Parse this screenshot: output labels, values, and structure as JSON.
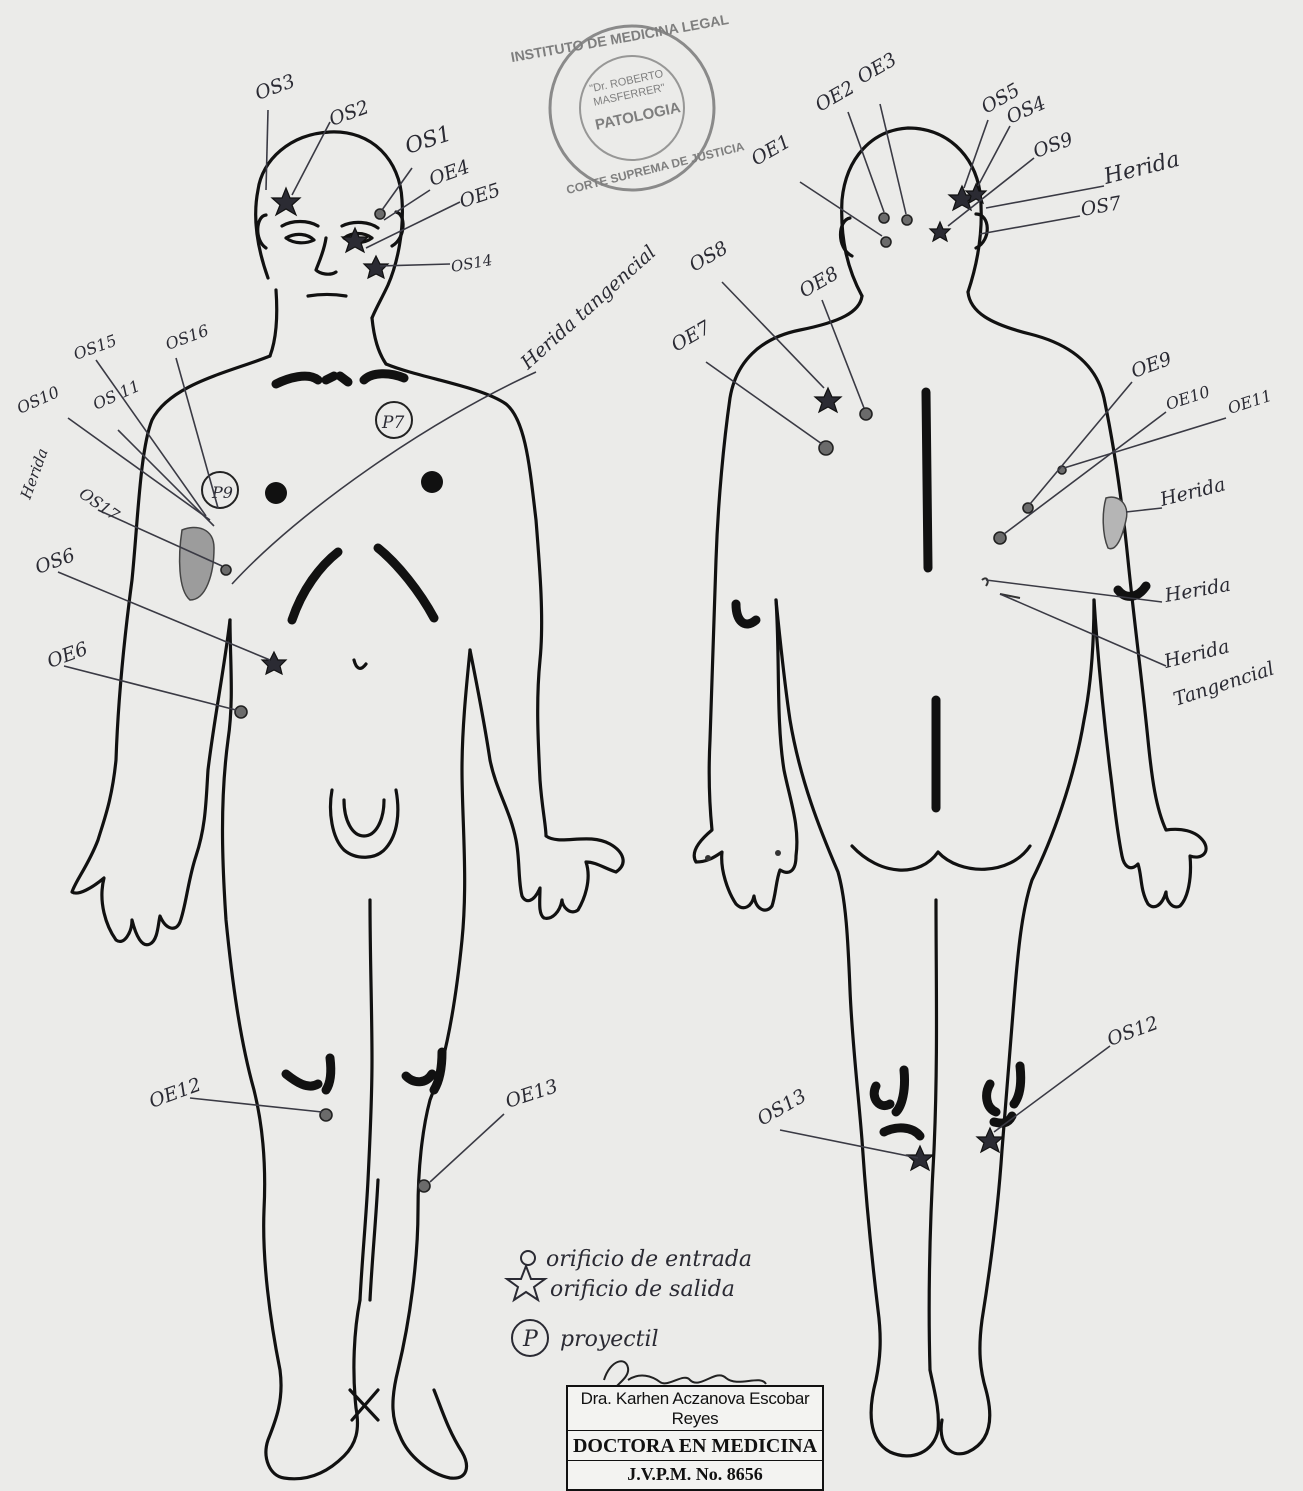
{
  "seal": {
    "outer_text": "INSTITUTO DE MEDICINA LEGAL",
    "line1": "\"Dr. ROBERTO",
    "line2": "MASFERRER\"",
    "line3": "PATOLOGIA",
    "bottom_text": "CORTE SUPREMA DE JUSTICIA"
  },
  "front_labels": {
    "os3": "OS3",
    "os2": "OS2",
    "os1": "OS1",
    "oe4": "OE4",
    "oe5": "OE5",
    "os14": "OS14",
    "herida_tangencial": "Herida tangencial",
    "os15": "OS15",
    "os16": "OS16",
    "os10": "OS10",
    "os11": "OS 11",
    "herida": "Herida",
    "os17": "OS17",
    "os6": "OS6",
    "oe6": "OE6",
    "p7": "P7",
    "p9": "P9",
    "oe12": "OE12",
    "oe13": "OE13"
  },
  "back_labels": {
    "oe1": "OE1",
    "oe2": "OE2",
    "oe3": "OE3",
    "os5": "OS5",
    "os4": "OS4",
    "os9": "OS9",
    "herida_head": "Herida",
    "os7": "OS7",
    "os8": "OS8",
    "oe8": "OE8",
    "oe7": "OE7",
    "oe9": "OE9",
    "oe10": "OE10",
    "oe11": "OE11",
    "herida_arm": "Herida",
    "herida_elbow": "Herida",
    "herida_tangencial_1": "Herida",
    "herida_tangencial_2": "Tangencial",
    "os12": "OS12",
    "os13": "OS13"
  },
  "legend": {
    "entry": "orificio de entrada",
    "exit": "orificio de salida",
    "projectile_symbol": "P",
    "projectile": "proyectil"
  },
  "signature_box": {
    "signature_text": "Dra. Escobar",
    "name": "Dra. Karhen Aczanova Escobar Reyes",
    "title": "DOCTORA EN MEDICINA",
    "registration": "J.V.P.M.  No. 8656"
  }
}
